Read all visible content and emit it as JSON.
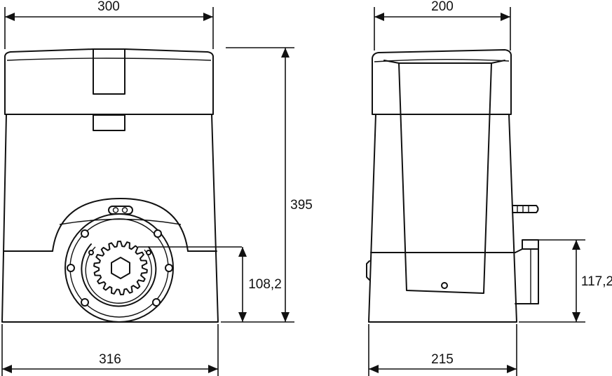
{
  "dimensions": {
    "front_top_width": "300",
    "front_base_width": "316",
    "height": "395",
    "pinion_height": "108,2",
    "side_top_width": "200",
    "side_base_width": "215",
    "side_bracket_height": "117,2"
  }
}
